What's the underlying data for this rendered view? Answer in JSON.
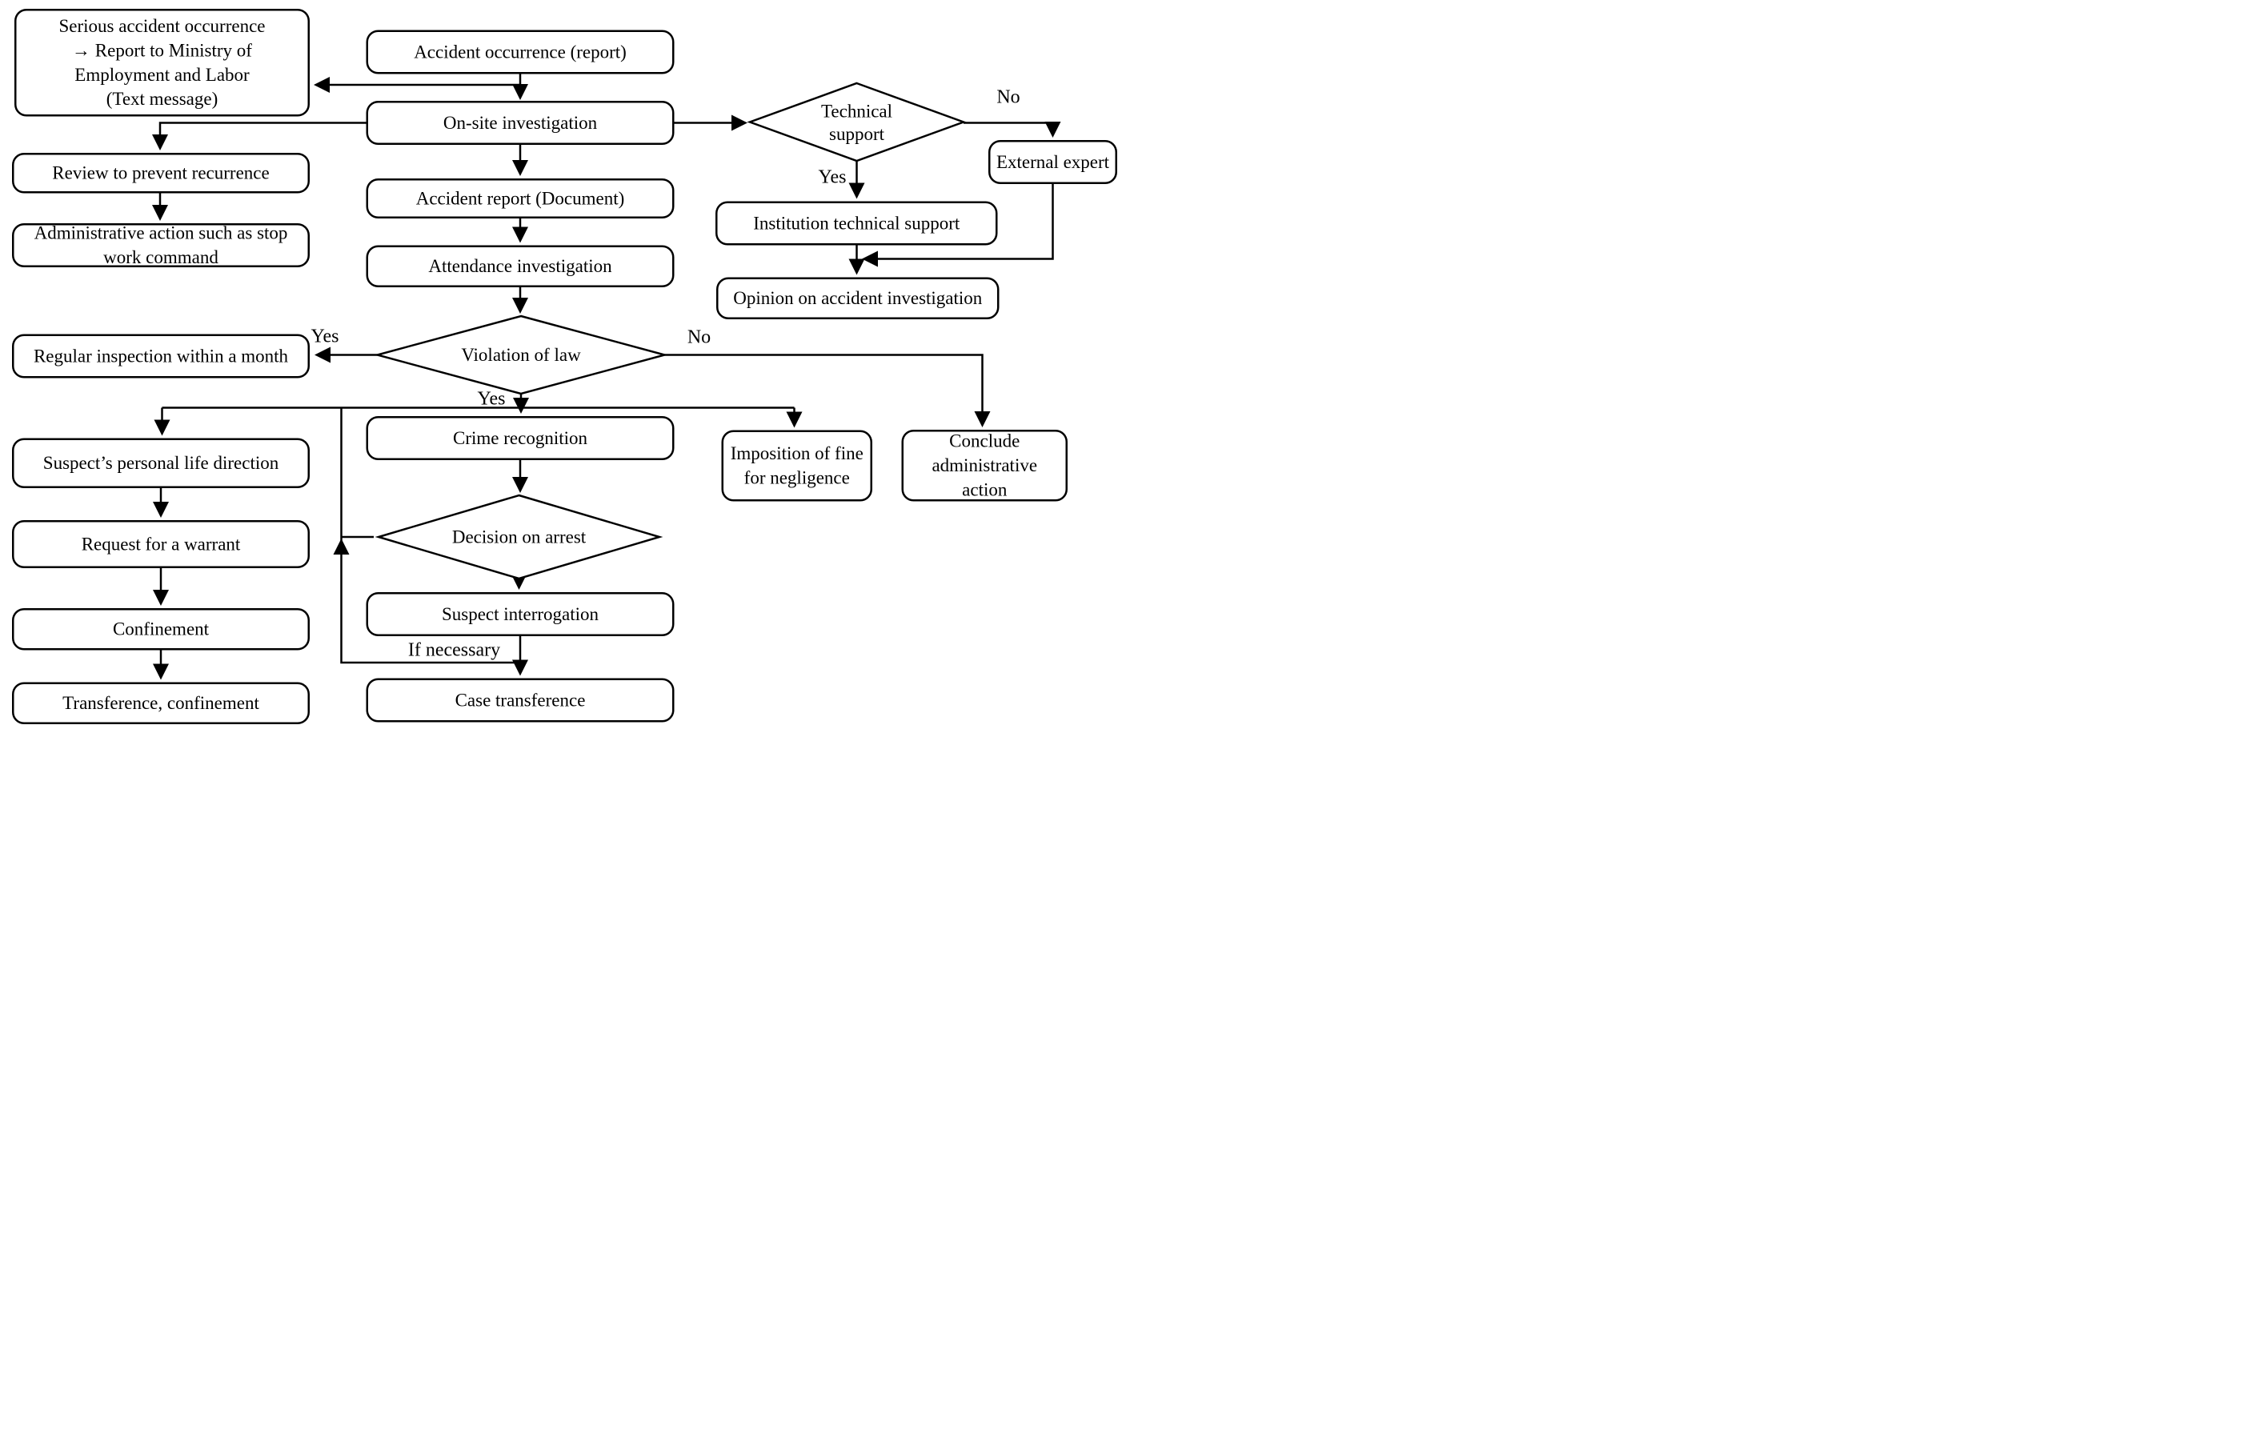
{
  "diagram_title": "Accident investigation and handling flowchart",
  "colors": {
    "stroke": "#000000",
    "background": "#ffffff",
    "text": "#000000"
  },
  "nodes": {
    "serious_accident": {
      "label": "Serious accident occurrence\n→ Report to Ministry of\nEmployment and Labor\n(Text message)"
    },
    "review": {
      "label": "Review to prevent recurrence"
    },
    "admin_action": {
      "label": "Administrative action such as stop work command"
    },
    "regular_inspection": {
      "label": "Regular inspection within a month"
    },
    "suspect_personal": {
      "label": "Suspect’s personal life direction"
    },
    "warrant": {
      "label": "Request for a warrant"
    },
    "confinement": {
      "label": "Confinement"
    },
    "transference": {
      "label": "Transference, confinement"
    },
    "accident_occurrence": {
      "label": "Accident occurrence (report)"
    },
    "onsite": {
      "label": "On-site investigation"
    },
    "accident_report": {
      "label": "Accident report (Document)"
    },
    "attendance": {
      "label": "Attendance investigation"
    },
    "crime_recognition": {
      "label": "Crime recognition"
    },
    "suspect_interrogation": {
      "label": "Suspect interrogation"
    },
    "case_transference": {
      "label": "Case transference"
    },
    "technical_support": {
      "label": "Technical support"
    },
    "external_expert": {
      "label": "External expert"
    },
    "institution_support": {
      "label": "Institution technical support"
    },
    "opinion": {
      "label": "Opinion on accident investigation"
    },
    "imposition": {
      "label": "Imposition of fine for negligence"
    },
    "conclude": {
      "label": "Conclude administrative action"
    }
  },
  "edge_labels": {
    "tech_no": "No",
    "tech_yes": "Yes",
    "violation_yes_left": "Yes",
    "violation_no": "No",
    "violation_yes_down": "Yes",
    "if_necessary": "If necessary"
  }
}
